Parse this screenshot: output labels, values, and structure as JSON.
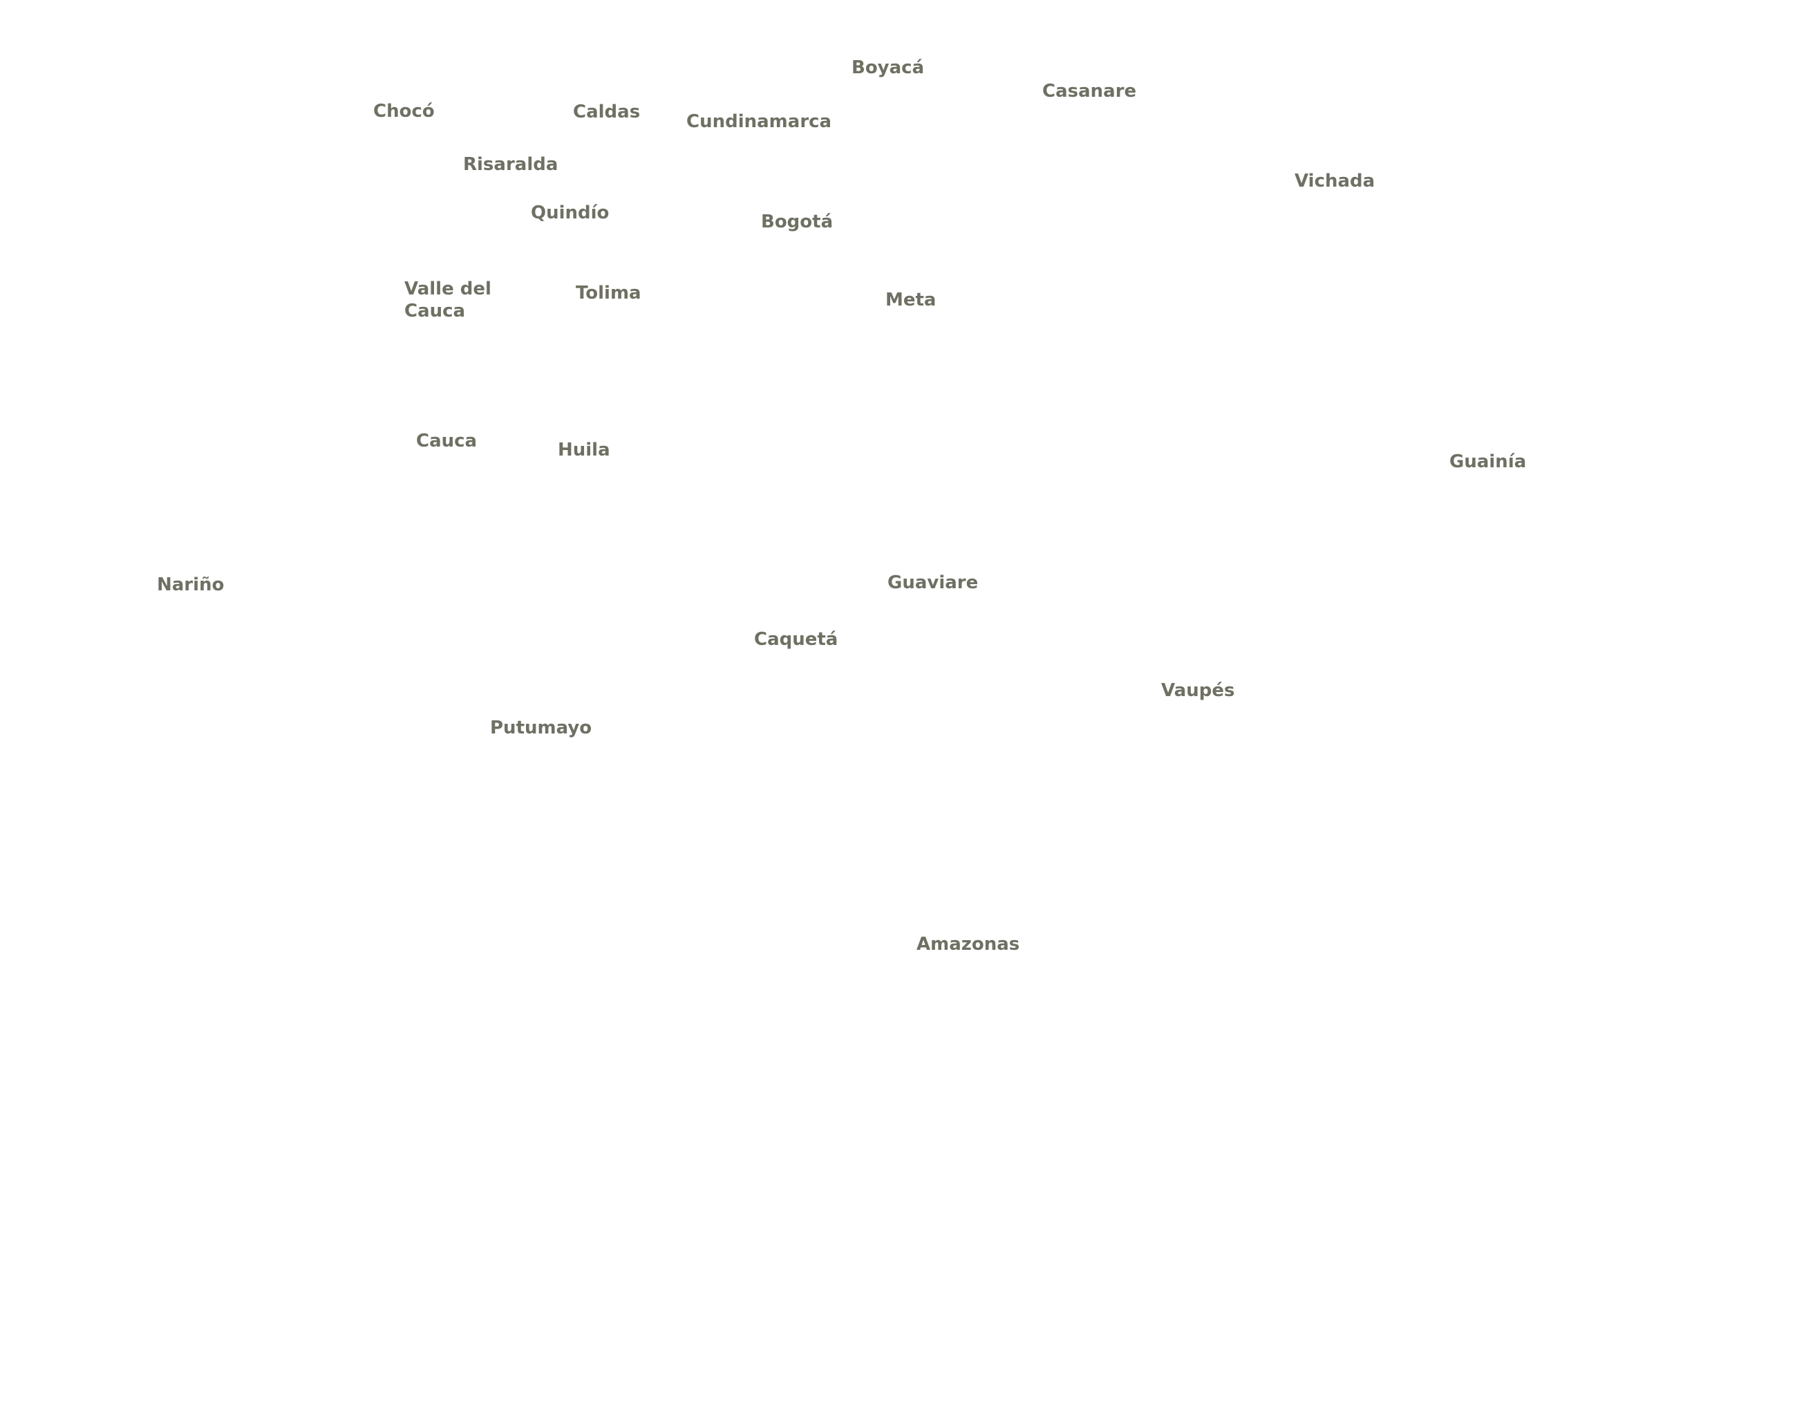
{
  "map": {
    "background_color": "#ffffff",
    "label_color": "#6f7063",
    "labels": {
      "boyaca": "Boyacá",
      "casanare": "Casanare",
      "choco": "Chocó",
      "caldas": "Caldas",
      "cundinamarca": "Cundinamarca",
      "risaralda": "Risaralda",
      "vichada": "Vichada",
      "quindio": "Quindío",
      "bogota": "Bogotá",
      "valle_del_cauca": "Valle del Cauca",
      "tolima": "Tolima",
      "meta": "Meta",
      "cauca": "Cauca",
      "huila": "Huila",
      "guainia": "Guainía",
      "narino": "Nariño",
      "guaviare": "Guaviare",
      "caqueta": "Caquetá",
      "vaupes": "Vaupés",
      "putumayo": "Putumayo",
      "amazonas": "Amazonas"
    }
  }
}
